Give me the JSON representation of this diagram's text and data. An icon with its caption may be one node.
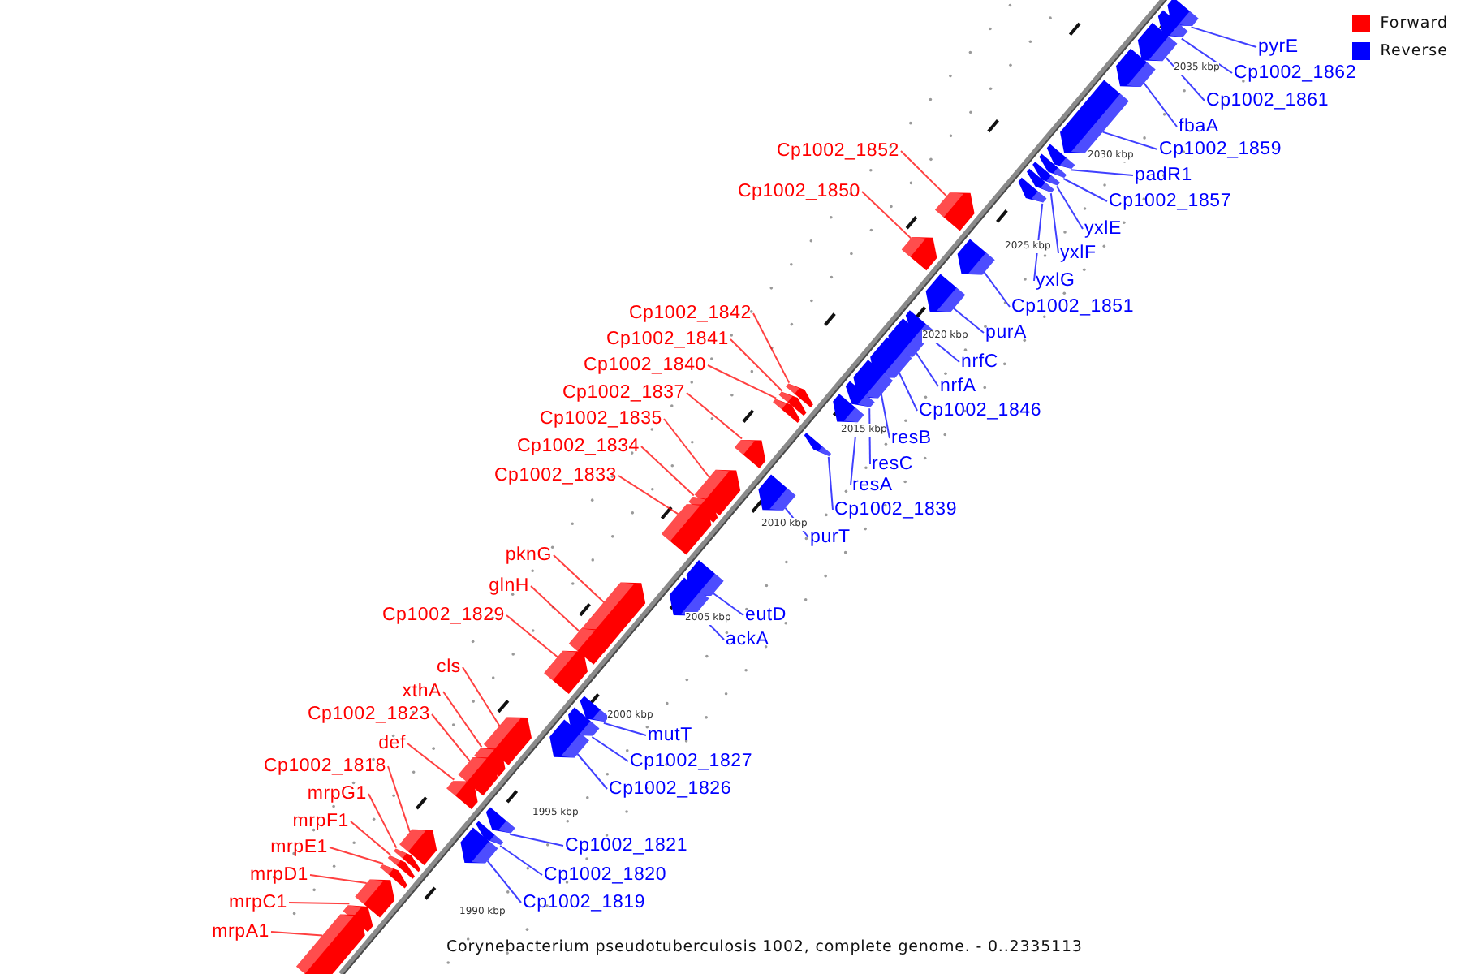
{
  "diagram": {
    "caption": "Corynebacterium pseudotuberculosis 1002, complete genome. - 0..2335113",
    "nodes": [
      {
        "text": [
          "Cp1002_1852"
        ]
      },
      {
        "text": [
          "Cp1002_1850"
        ]
      },
      {
        "text": [
          "Cp1002_1842"
        ]
      },
      {
        "text": [
          "Cp1002_1841"
        ]
      },
      {
        "text": [
          "Cp1002_1840"
        ]
      },
      {
        "text": [
          "Cp1002_1837"
        ]
      },
      {
        "text": [
          "Cp1002_1835"
        ]
      },
      {
        "text": [
          "Cp1002_1834"
        ]
      },
      {
        "text": [
          "Cp1002_1833"
        ]
      },
      {
        "text": [
          "pknG"
        ]
      },
      {
        "text": [
          "glnH"
        ]
      },
      {
        "text": [
          "Cp1002_1829"
        ]
      },
      {
        "text": [
          "cls"
        ]
      },
      {
        "text": [
          "xthA"
        ]
      },
      {
        "text": [
          "Cp1002_1823"
        ]
      },
      {
        "text": [
          "def"
        ]
      },
      {
        "text": [
          "Cp1002_1818"
        ]
      },
      {
        "text": [
          "mrpG1"
        ]
      },
      {
        "text": [
          "mrpF1"
        ]
      },
      {
        "text": [
          "mrpE1"
        ]
      },
      {
        "text": [
          "mrpD1"
        ]
      },
      {
        "text": [
          "mrpC1"
        ]
      },
      {
        "text": [
          "mrpA1"
        ]
      },
      {
        "text": [
          "pyrE"
        ]
      },
      {
        "text": [
          "Cp1002_1862"
        ]
      },
      {
        "text": [
          "Cp1002_1861"
        ]
      },
      {
        "text": [
          "fbaA"
        ]
      },
      {
        "text": [
          "Cp1002_1859"
        ]
      },
      {
        "text": [
          "padR1"
        ]
      },
      {
        "text": [
          "Cp1002_1857"
        ]
      },
      {
        "text": [
          "yxlE"
        ]
      },
      {
        "text": [
          "yxlF"
        ]
      },
      {
        "text": [
          "yxlG"
        ]
      },
      {
        "text": [
          "Cp1002_1851"
        ]
      },
      {
        "text": [
          "purA"
        ]
      },
      {
        "text": [
          "nrfC"
        ]
      },
      {
        "text": [
          "nrfA"
        ]
      },
      {
        "text": [
          "Cp1002_1846"
        ]
      },
      {
        "text": [
          "resB"
        ]
      },
      {
        "text": [
          "resC"
        ]
      },
      {
        "text": [
          "resA"
        ]
      },
      {
        "text": [
          "Cp1002_1839"
        ]
      },
      {
        "text": [
          "purT"
        ]
      },
      {
        "text": [
          "eutD"
        ]
      },
      {
        "text": [
          "ackA"
        ]
      },
      {
        "text": [
          "mutT"
        ]
      },
      {
        "text": [
          "Cp1002_1827"
        ]
      },
      {
        "text": [
          "Cp1002_1826"
        ]
      },
      {
        "text": [
          "Cp1002_1821"
        ]
      },
      {
        "text": [
          "Cp1002_1820"
        ]
      },
      {
        "text": [
          "Cp1002_1819"
        ]
      },
      {
        "text": [],
        "shape": "pentagon"
      },
      {
        "text": [],
        "shape": "pentagon"
      },
      {
        "text": [],
        "shape": "pentagon"
      },
      {
        "text": [],
        "shape": "pentagon"
      },
      {
        "text": [],
        "shape": "pentagon"
      },
      {
        "text": [],
        "shape": "pentagon"
      },
      {
        "text": [],
        "shape": "pentagon"
      },
      {
        "text": [],
        "shape": "pentagon"
      },
      {
        "text": [],
        "shape": "pentagon"
      },
      {
        "text": [],
        "shape": "pentagon"
      },
      {
        "text": [],
        "shape": "pentagon"
      },
      {
        "text": [],
        "shape": "pentagon"
      },
      {
        "text": [],
        "shape": "pentagon"
      },
      {
        "text": [],
        "shape": "pentagon"
      },
      {
        "text": [],
        "shape": "pentagon"
      },
      {
        "text": [],
        "shape": "pentagon"
      },
      {
        "text": [],
        "shape": "pentagon"
      },
      {
        "text": [],
        "shape": "pentagon"
      },
      {
        "text": [],
        "shape": "pentagon"
      },
      {
        "text": [],
        "shape": "pentagon"
      },
      {
        "text": [],
        "shape": "pentagon"
      },
      {
        "text": [],
        "shape": "pentagon"
      },
      {
        "text": [],
        "shape": "pentagon"
      },
      {
        "text": [],
        "shape": "pentagon"
      },
      {
        "text": [],
        "shape": "pentagon"
      },
      {
        "text": [],
        "shape": "pentagon"
      },
      {
        "text": [],
        "shape": "pentagon"
      },
      {
        "text": [],
        "shape": "pentagon"
      },
      {
        "text": [],
        "shape": "pentagon"
      },
      {
        "text": [],
        "shape": "pentagon"
      },
      {
        "text": [],
        "shape": "pentagon"
      },
      {
        "text": [],
        "shape": "pentagon"
      },
      {
        "text": [],
        "shape": "pentagon"
      },
      {
        "text": [],
        "shape": "pentagon"
      },
      {
        "text": [],
        "shape": "pentagon"
      },
      {
        "text": [],
        "shape": "pentagon"
      },
      {
        "text": [],
        "shape": "pentagon"
      },
      {
        "text": [],
        "shape": "pentagon"
      },
      {
        "text": [],
        "shape": "pentagon"
      },
      {
        "text": [],
        "shape": "pentagon"
      },
      {
        "text": [],
        "shape": "pentagon"
      },
      {
        "text": [],
        "shape": "pentagon"
      },
      {
        "text": [],
        "shape": "pentagon"
      },
      {
        "text": [],
        "shape": "pentagon"
      },
      {
        "text": [],
        "shape": "pentagon"
      },
      {
        "text": [],
        "shape": "pentagon"
      },
      {
        "text": [],
        "shape": "pentagon"
      },
      {
        "text": [],
        "shape": "pentagon"
      },
      {
        "text": [],
        "shape": "pentagon"
      },
      {
        "text": [],
        "shape": "pentagon"
      },
      {
        "text": [],
        "shape": "pentagon"
      }
    ],
    "edges": [
      {
        "from": 0,
        "to": 51,
        "arrow": "none",
        "color": "#ff0000"
      },
      {
        "from": 1,
        "to": 52,
        "arrow": "none",
        "color": "#ff0000"
      },
      {
        "from": 2,
        "to": 53,
        "arrow": "none",
        "color": "#ff0000"
      },
      {
        "from": 3,
        "to": 54,
        "arrow": "none",
        "color": "#ff0000"
      },
      {
        "from": 4,
        "to": 55,
        "arrow": "none",
        "color": "#ff0000"
      },
      {
        "from": 5,
        "to": 56,
        "arrow": "none",
        "color": "#ff0000"
      },
      {
        "from": 6,
        "to": 57,
        "arrow": "none",
        "color": "#ff0000"
      },
      {
        "from": 7,
        "to": 58,
        "arrow": "none",
        "color": "#ff0000"
      },
      {
        "from": 8,
        "to": 59,
        "arrow": "none",
        "color": "#ff0000"
      },
      {
        "from": 9,
        "to": 60,
        "arrow": "none",
        "color": "#ff0000"
      },
      {
        "from": 10,
        "to": 61,
        "arrow": "none",
        "color": "#ff0000"
      },
      {
        "from": 11,
        "to": 62,
        "arrow": "none",
        "color": "#ff0000"
      },
      {
        "from": 12,
        "to": 63,
        "arrow": "none",
        "color": "#ff0000"
      },
      {
        "from": 13,
        "to": 64,
        "arrow": "none",
        "color": "#ff0000"
      },
      {
        "from": 14,
        "to": 65,
        "arrow": "none",
        "color": "#ff0000"
      },
      {
        "from": 15,
        "to": 66,
        "arrow": "none",
        "color": "#ff0000"
      },
      {
        "from": 16,
        "to": 67,
        "arrow": "none",
        "color": "#ff0000"
      },
      {
        "from": 17,
        "to": 68,
        "arrow": "none",
        "color": "#ff0000"
      },
      {
        "from": 18,
        "to": 69,
        "arrow": "none",
        "color": "#ff0000"
      },
      {
        "from": 19,
        "to": 70,
        "arrow": "none",
        "color": "#ff0000"
      },
      {
        "from": 20,
        "to": 71,
        "arrow": "none",
        "color": "#ff0000"
      },
      {
        "from": 21,
        "to": 72,
        "arrow": "none",
        "color": "#ff0000"
      },
      {
        "from": 22,
        "to": 73,
        "arrow": "none",
        "color": "#ff0000"
      },
      {
        "from": 23,
        "to": 74,
        "arrow": "none",
        "color": "#0000ff"
      },
      {
        "from": 24,
        "to": 75,
        "arrow": "none",
        "color": "#0000ff"
      },
      {
        "from": 25,
        "to": 76,
        "arrow": "none",
        "color": "#0000ff"
      },
      {
        "from": 26,
        "to": 77,
        "arrow": "none",
        "color": "#0000ff"
      },
      {
        "from": 27,
        "to": 78,
        "arrow": "none",
        "color": "#0000ff"
      },
      {
        "from": 28,
        "to": 79,
        "arrow": "none",
        "color": "#0000ff"
      },
      {
        "from": 29,
        "to": 80,
        "arrow": "none",
        "color": "#0000ff"
      },
      {
        "from": 30,
        "to": 81,
        "arrow": "none",
        "color": "#0000ff"
      },
      {
        "from": 31,
        "to": 82,
        "arrow": "none",
        "color": "#0000ff"
      },
      {
        "from": 32,
        "to": 83,
        "arrow": "none",
        "color": "#0000ff"
      },
      {
        "from": 33,
        "to": 84,
        "arrow": "none",
        "color": "#0000ff"
      },
      {
        "from": 34,
        "to": 85,
        "arrow": "none",
        "color": "#0000ff"
      },
      {
        "from": 35,
        "to": 86,
        "arrow": "none",
        "color": "#0000ff"
      },
      {
        "from": 36,
        "to": 87,
        "arrow": "none",
        "color": "#0000ff"
      },
      {
        "from": 37,
        "to": 88,
        "arrow": "none",
        "color": "#0000ff"
      },
      {
        "from": 38,
        "to": 89,
        "arrow": "none",
        "color": "#0000ff"
      },
      {
        "from": 39,
        "to": 90,
        "arrow": "none",
        "color": "#0000ff"
      },
      {
        "from": 40,
        "to": 91,
        "arrow": "none",
        "color": "#0000ff"
      },
      {
        "from": 41,
        "to": 92,
        "arrow": "none",
        "color": "#0000ff"
      },
      {
        "from": 42,
        "to": 93,
        "arrow": "none",
        "color": "#0000ff"
      },
      {
        "from": 43,
        "to": 94,
        "arrow": "none",
        "color": "#0000ff"
      },
      {
        "from": 44,
        "to": 95,
        "arrow": "none",
        "color": "#0000ff"
      },
      {
        "from": 45,
        "to": 96,
        "arrow": "none",
        "color": "#0000ff"
      },
      {
        "from": 46,
        "to": 97,
        "arrow": "none",
        "color": "#0000ff"
      },
      {
        "from": 47,
        "to": 98,
        "arrow": "none",
        "color": "#0000ff"
      },
      {
        "from": 48,
        "to": 99,
        "arrow": "none",
        "color": "#0000ff"
      },
      {
        "from": 49,
        "to": 100,
        "arrow": "none",
        "color": "#0000ff"
      },
      {
        "from": 50,
        "to": 101,
        "arrow": "none",
        "color": "#0000ff"
      }
    ],
    "labels": [
      "2035 kbp",
      "2030 kbp",
      "2025 kbp",
      "2020 kbp",
      "2015 kbp",
      "2010 kbp",
      "2005 kbp",
      "2000 kbp",
      "1995 kbp",
      "1990 kbp"
    ],
    "legend": [
      {
        "text": "Forward",
        "color": "#ff0000"
      },
      {
        "text": "Reverse",
        "color": "#0000ff"
      }
    ]
  }
}
